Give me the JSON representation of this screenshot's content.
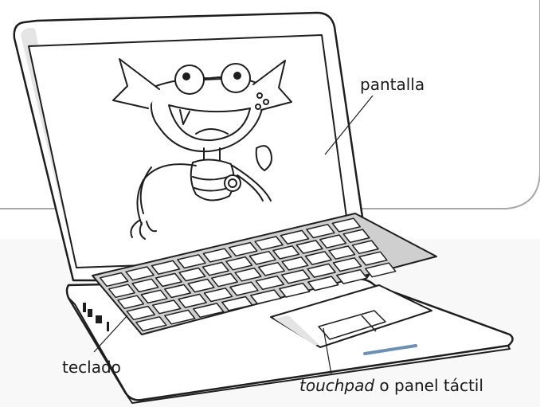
{
  "labels": {
    "screen": "pantalla",
    "keyboard": "teclado",
    "touchpad_term": "touchpad",
    "touchpad_rest": " o panel táctil"
  },
  "colors": {
    "outline": "#1e1e1e",
    "keyboard_area": "#cfcfcf",
    "key_fill": "#ffffff",
    "bezel_gloss": "#e4e4e4",
    "indicator": "#6b90b4",
    "backdrop_line": "#a9a9a9"
  }
}
